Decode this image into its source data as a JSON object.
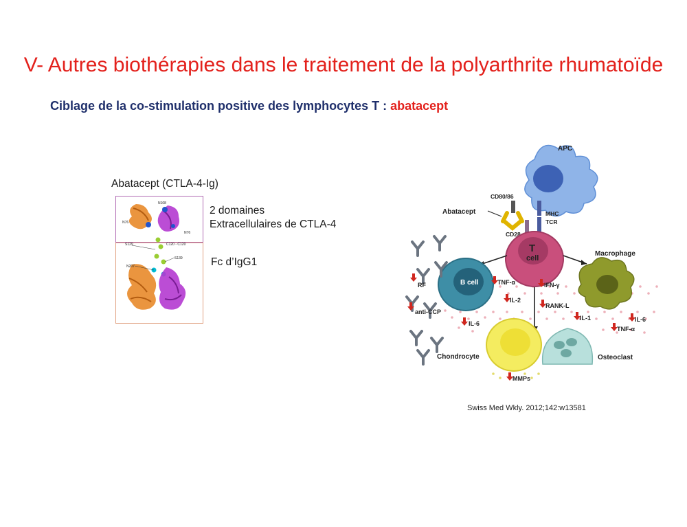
{
  "slide": {
    "title": "V- Autres biothérapies dans le traitement de la polyarthrite rhumatoïde",
    "subtitle_main": "Ciblage de la co-stimulation positive des lymphocytes T : ",
    "subtitle_drug": "abatacept"
  },
  "structure": {
    "heading": "Abatacept (CTLA-4-Ig)",
    "domain_label_line1": "2 domaines",
    "domain_label_line2": "Extracellulaires de CTLA-4",
    "fc_label": "Fc d’IgG1",
    "residues": [
      "N108",
      "N76",
      "N76",
      "S129",
      "C120 - C120",
      "S139",
      "N207"
    ]
  },
  "mechanism_figure": {
    "cells": [
      "APC",
      "T",
      "cell",
      "B cell",
      "Macrophage",
      "Chondrocyte",
      "Osteoclast"
    ],
    "molecules": [
      "CD80/86",
      "Abatacept",
      "MHC",
      "TCR",
      "CD28"
    ],
    "mediators": [
      "RF",
      "anti-CCP",
      "IL-6",
      "TNF-α",
      "IL-2",
      "IFN-γ",
      "RANK-L",
      "IL-1",
      "IL-6",
      "TNF-α",
      "MMPs"
    ]
  },
  "citation": "Swiss Med Wkly. 2012;142:w13581"
}
